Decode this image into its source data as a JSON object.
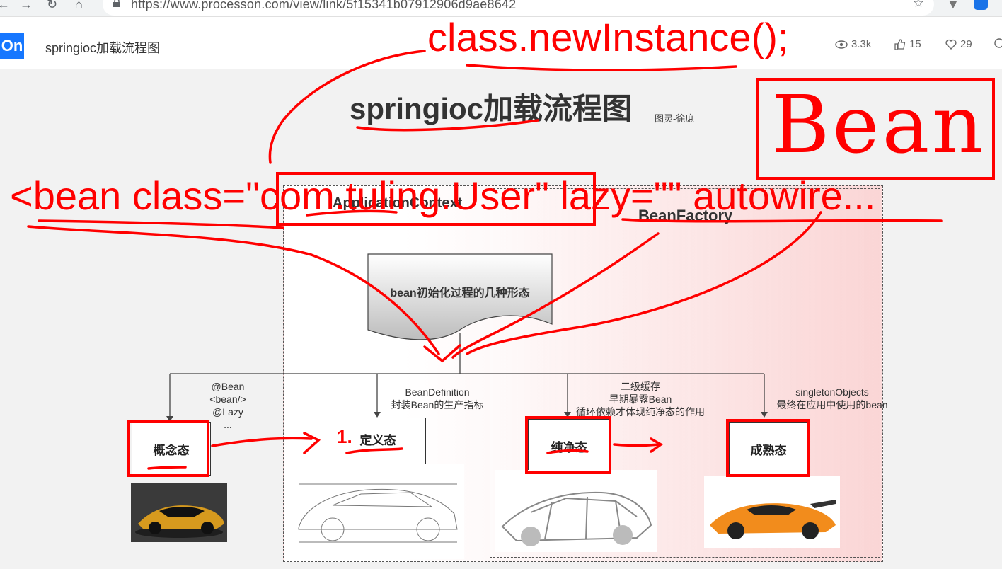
{
  "browser": {
    "url": "https://www.processon.com/view/link/5f15341b07912906d9ae8642"
  },
  "header": {
    "logo_text": "On",
    "doc_title": "springioc加载流程图",
    "views": "3.3k",
    "likes": "15",
    "favorites": "29"
  },
  "diagram": {
    "title": "springioc加载流程图",
    "author": "图灵-徐庶",
    "container_context": "ApplicationContext",
    "container_factory": "BeanFactory",
    "center_doc": "bean初始化过程的几种形态",
    "stages": [
      {
        "label": "概念态",
        "notes": [
          "@Bean",
          "<bean/>",
          "@Lazy",
          "..."
        ]
      },
      {
        "label": "定义态",
        "notes": [
          "BeanDefinition",
          "封装Bean的生产指标"
        ]
      },
      {
        "label": "纯净态",
        "notes": [
          "二级缓存",
          "早期暴露Bean",
          "循环依赖才体现纯净态的作用"
        ]
      },
      {
        "label": "成熟态",
        "notes": [
          "singletonObjects",
          "最终在应用中使用的bean"
        ]
      }
    ]
  },
  "handwriting": {
    "new_instance": "class.newInstance();",
    "bean_word": "Bean",
    "bean_xml": "<bean class=\"com.tuling.User\" lazy=\"\" autowire...",
    "step_mark": "1."
  },
  "colors": {
    "ink_red": "#ff0000",
    "brand_blue": "#1677ff"
  },
  "icons": [
    "back-icon",
    "forward-icon",
    "reload-icon",
    "home-icon",
    "lock-icon",
    "star-icon",
    "eye-icon",
    "thumbs-up-icon",
    "heart-icon",
    "comment-icon"
  ]
}
